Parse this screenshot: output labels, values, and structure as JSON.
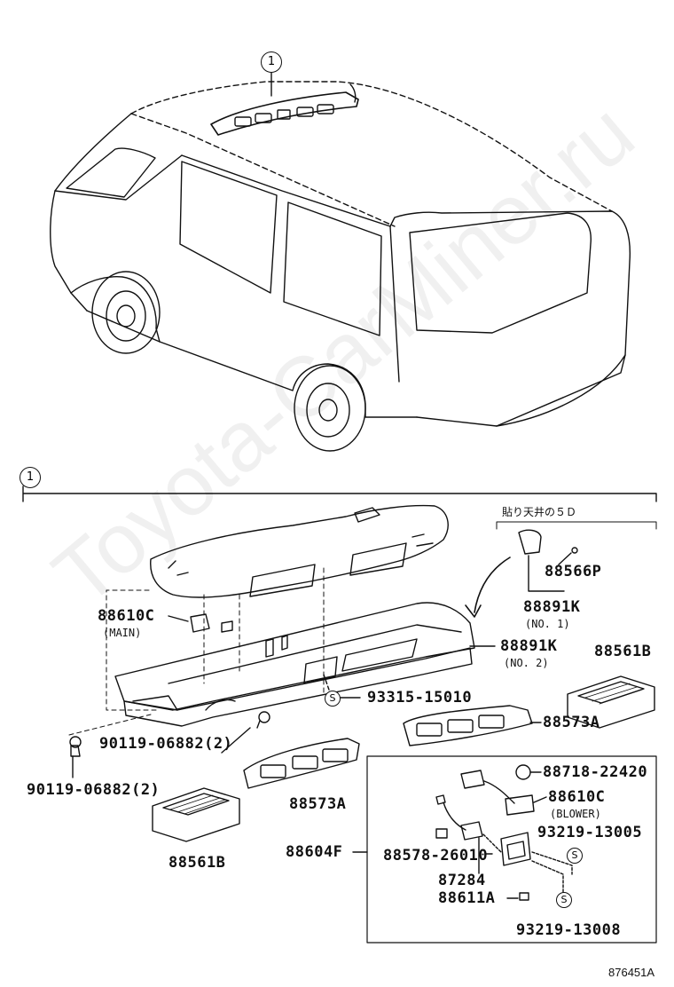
{
  "watermark": "Toyota-CarMiner.ru",
  "callouts": {
    "top": "1",
    "section": "1"
  },
  "japanese_note": "貼り天井の５Ｄ",
  "smark": "S",
  "labels": {
    "p88610C_main": "88610C",
    "p88610C_main_sub": "(MAIN)",
    "p88891K_no1": "88891K",
    "p88891K_no1_sub": "(NO. 1)",
    "p88566P": "88566P",
    "p88891K_no2": "88891K",
    "p88891K_no2_sub": "(NO. 2)",
    "p88561B_right": "88561B",
    "p93315": "93315-15010",
    "p88573A_right": "88573A",
    "p90119_a": "90119-06882(2)",
    "p90119_b": "90119-06882(2)",
    "p88573A_left": "88573A",
    "p88561B_left": "88561B",
    "p88604F": "88604F",
    "p88718": "88718-22420",
    "p88610C_blower": "88610C",
    "p88610C_blower_sub": "(BLOWER)",
    "p93219_13005": "93219-13005",
    "p88578": "88578-26010",
    "p87284": "87284",
    "p88611A": "88611A",
    "p93219_13008": "93219-13008"
  },
  "diagram_code": "876451A"
}
